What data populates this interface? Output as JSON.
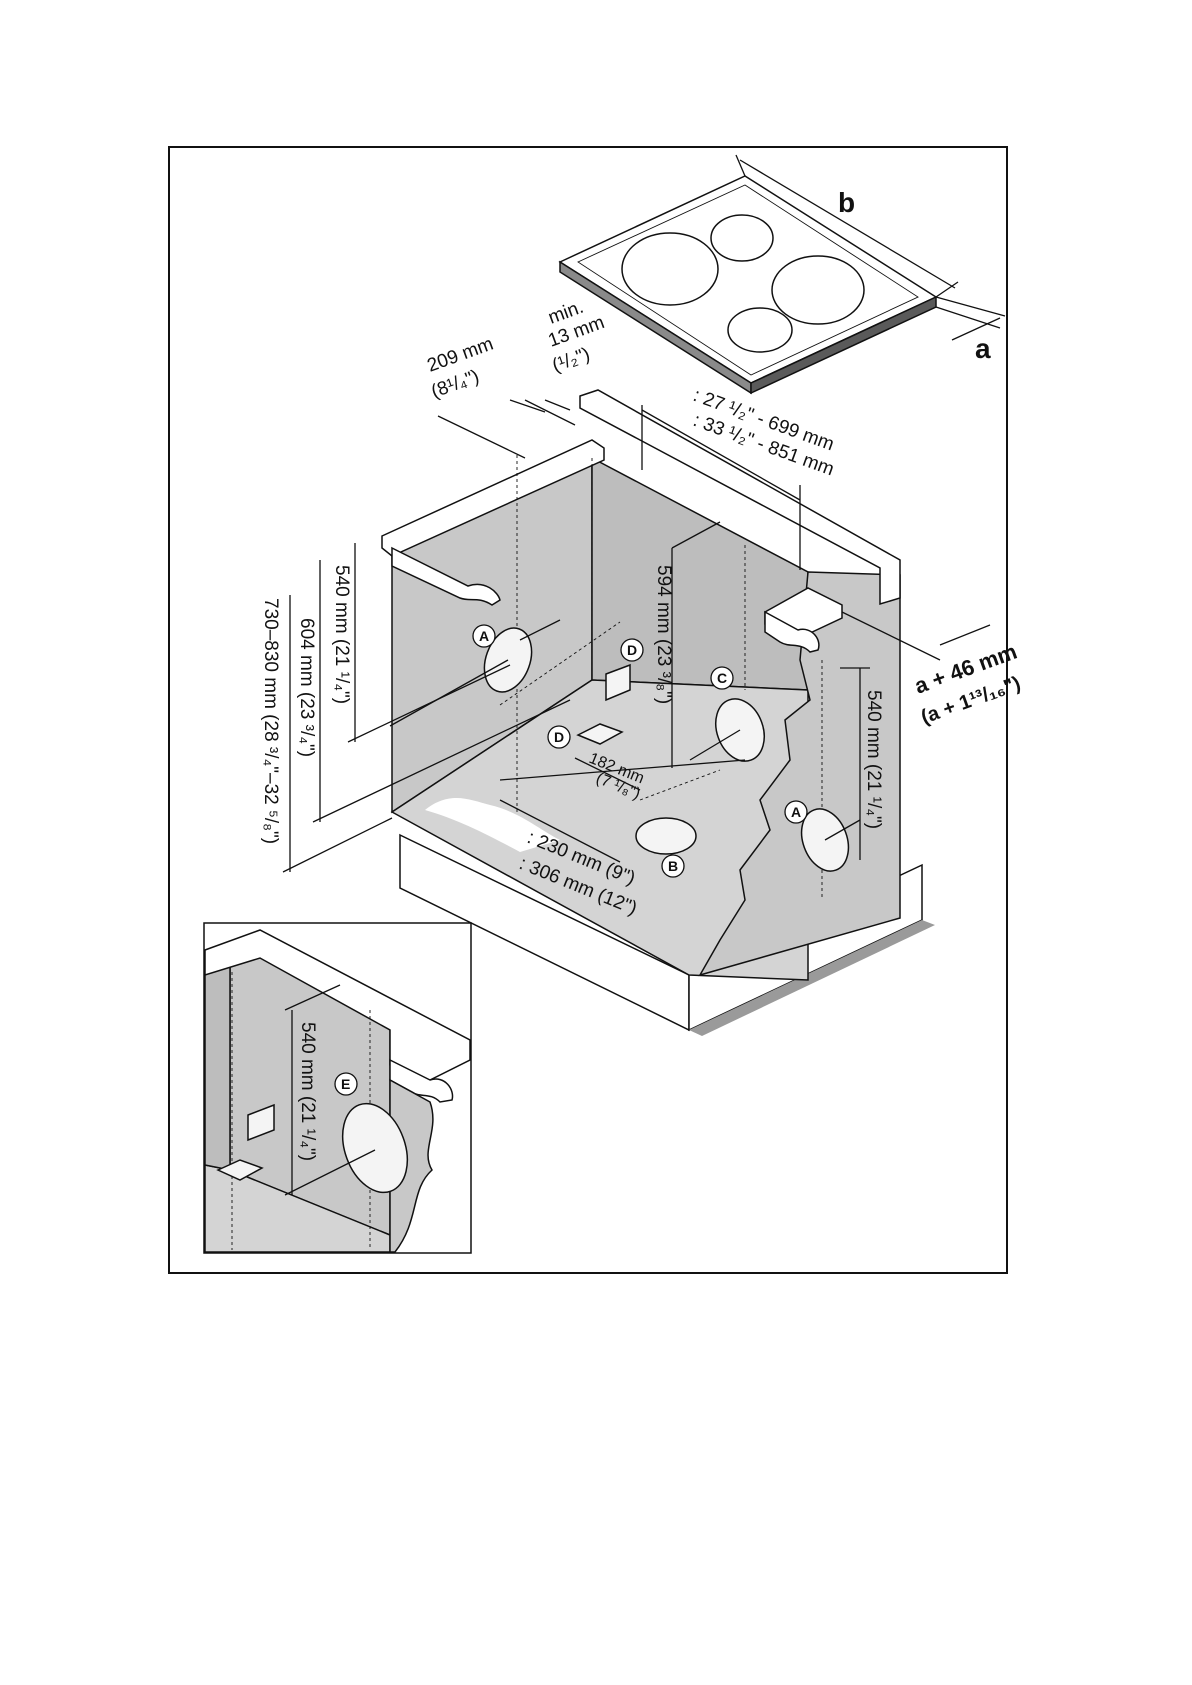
{
  "labels": {
    "b": "b",
    "a": "a",
    "d209_1": "209 mm",
    "d209_2": "(8¹/₄\")",
    "min_1": "min.",
    "min_2": "13 mm",
    "min_3": "(¹/₂\")",
    "w1": ": 27 ¹/₂\" - 699 mm",
    "w2": ": 33 ¹/₂\" - 851 mm",
    "h540": "540 mm (21 ¹/₄\")",
    "h604": "604 mm (23 ³/₄\")",
    "h730": "730–830 mm (28 ³/₄\"–32 ⁵/₈\")",
    "h594": "594 mm (23 ³/₈\")",
    "d182_1": "182 mm",
    "d182_2": "(7 ¹/₈\")",
    "d230": ": 230 mm (9\")",
    "d306": ": 306 mm (12\")",
    "a46_1": "a + 46 mm",
    "a46_2": "(a + 1¹³/₁₆\")",
    "h540r": "540 mm (21 ¹/₄\")",
    "inset_h540": "540 mm (21 ¹/₄\")"
  },
  "callouts": {
    "A1": "A",
    "A2": "A",
    "B": "B",
    "C": "C",
    "D1": "D",
    "D2": "D",
    "E": "E"
  }
}
